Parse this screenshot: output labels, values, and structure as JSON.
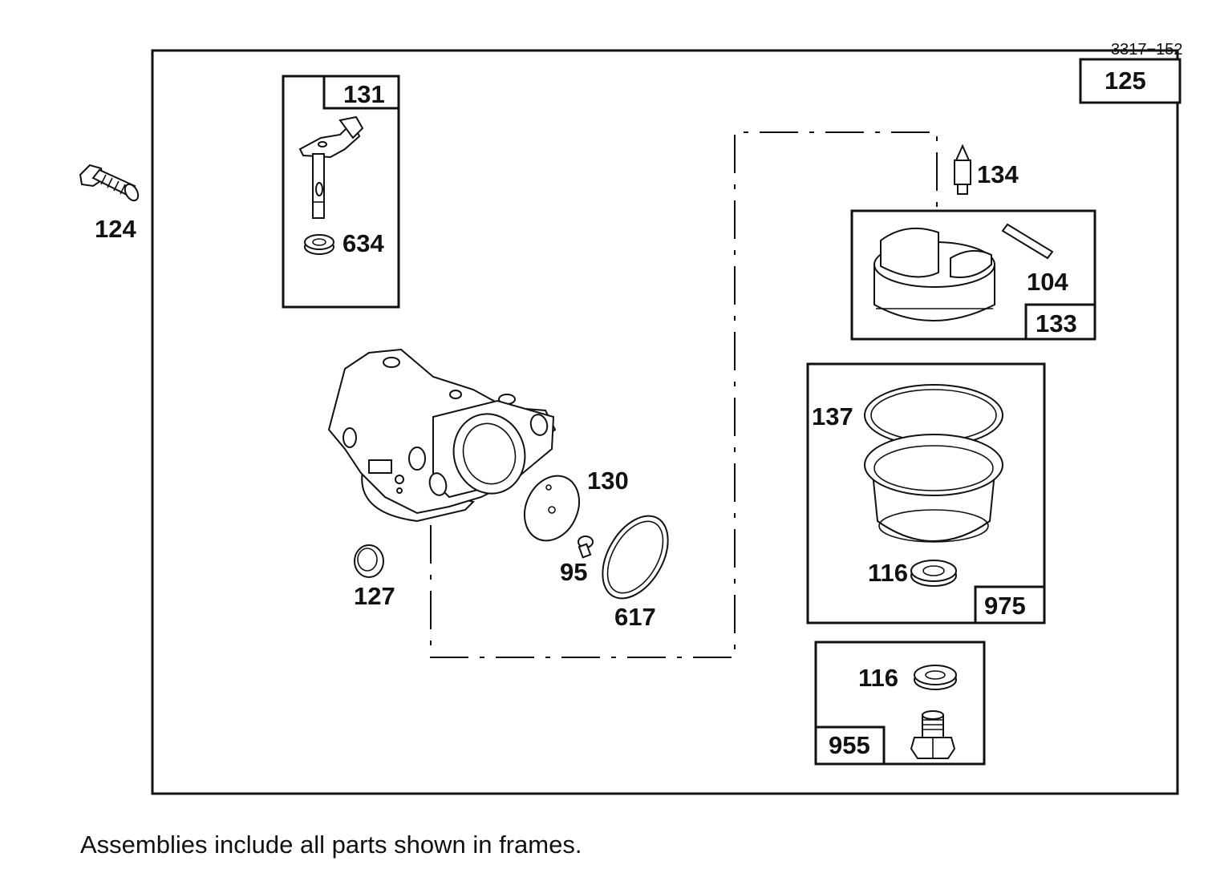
{
  "drawing_ref": "3317−152",
  "caption": "Assemblies include all parts shown in frames.",
  "frames": {
    "main": "125",
    "choke_shaft": "131",
    "float": "133",
    "bowl": "975",
    "bowl_nut_kit": "955"
  },
  "parts": {
    "bolt": "124",
    "choke_shaft_seal": "634",
    "needle": "134",
    "hinge_pin": "104",
    "bowl_gasket": "137",
    "bowl_washer": "116",
    "kit_washer": "116",
    "throttle_plate": "130",
    "throttle_screw": "95",
    "intake_gasket": "617",
    "welch_plug": "127"
  }
}
